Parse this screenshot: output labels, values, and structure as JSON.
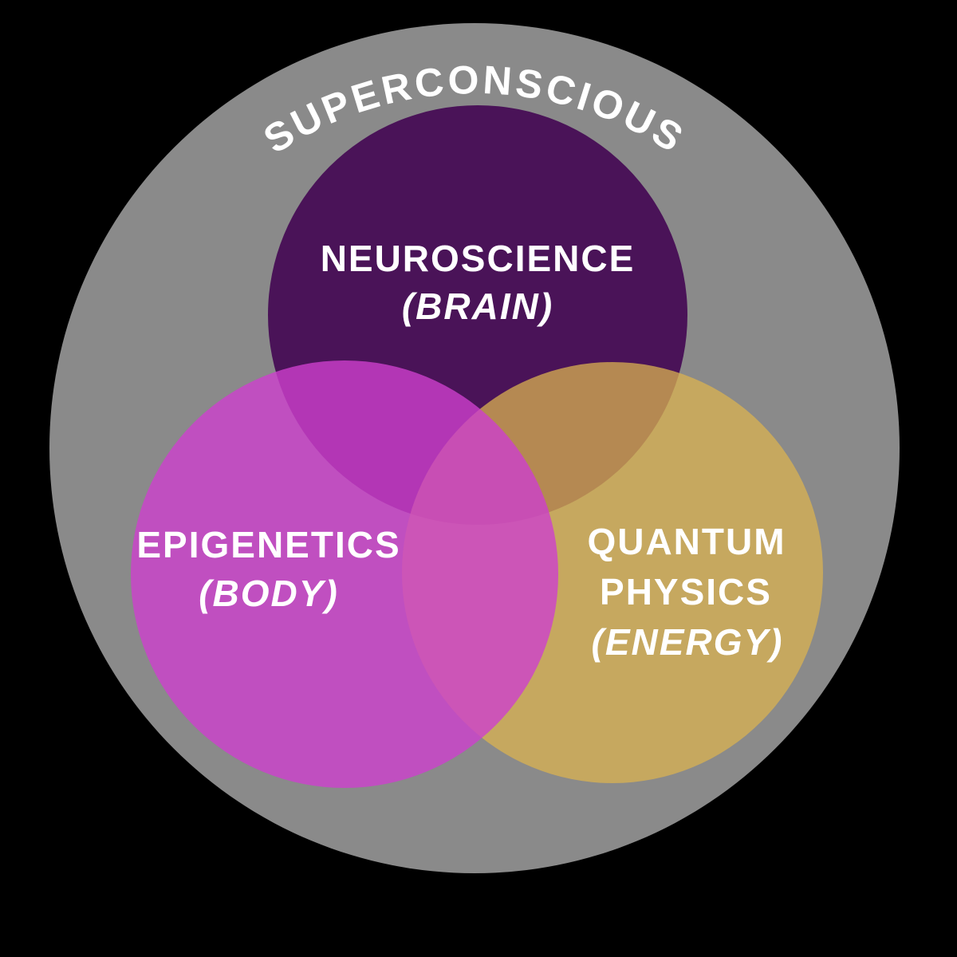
{
  "colors": {
    "background": "#000000",
    "outer_circle": "#8a8a8a",
    "neuroscience_circle": "#4a1358",
    "epigenetics_circle": "#cd40cd",
    "quantum_circle": "#d9b150",
    "label_text": "#ffffff"
  },
  "diagram": {
    "outer_label": "SUPERCONSCIOUS",
    "circles": {
      "neuroscience": {
        "lines": [
          "NEUROSCIENCE",
          "(BRAIN)"
        ]
      },
      "epigenetics": {
        "lines": [
          "EPIGENETICS",
          "(BODY)"
        ]
      },
      "quantum": {
        "lines": [
          "QUANTUM",
          "PHYSICS",
          "(ENERGY)"
        ]
      }
    }
  }
}
